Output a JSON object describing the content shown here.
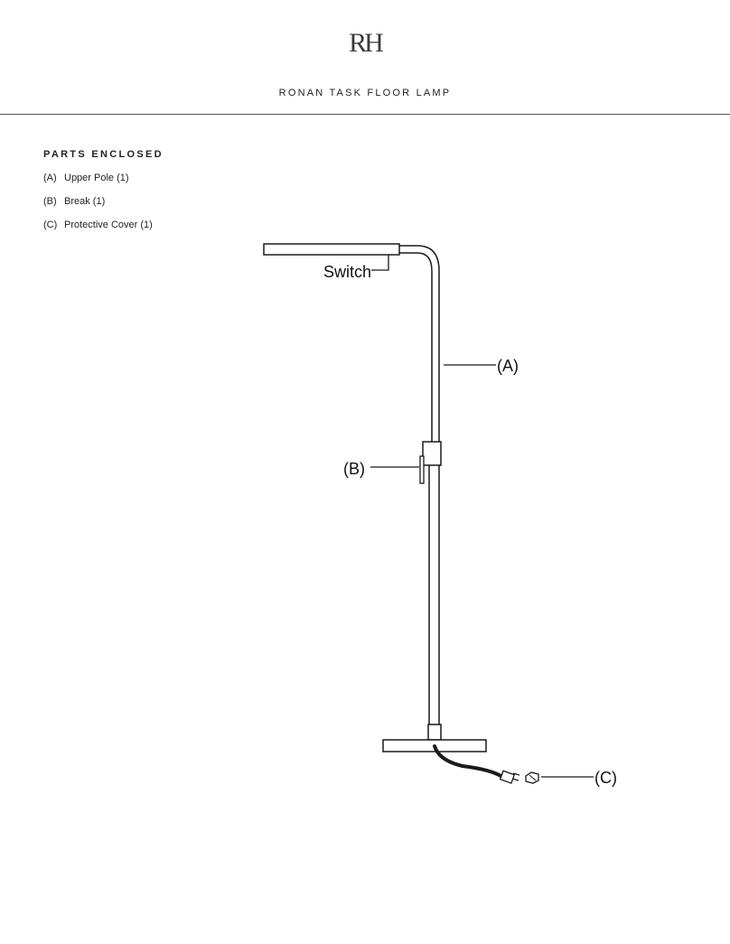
{
  "header": {
    "logo": "RH",
    "title": "RONAN TASK FLOOR LAMP"
  },
  "parts": {
    "heading": "PARTS ENCLOSED",
    "items": [
      {
        "letter": "(A)",
        "name": "Upper Pole (1)"
      },
      {
        "letter": "(B)",
        "name": "Break (1)"
      },
      {
        "letter": "(C)",
        "name": "Protective Cover (1)"
      }
    ]
  },
  "diagram": {
    "switch_label": "Switch",
    "callout_a": "(A)",
    "callout_b": "(B)",
    "callout_c": "(C)"
  }
}
